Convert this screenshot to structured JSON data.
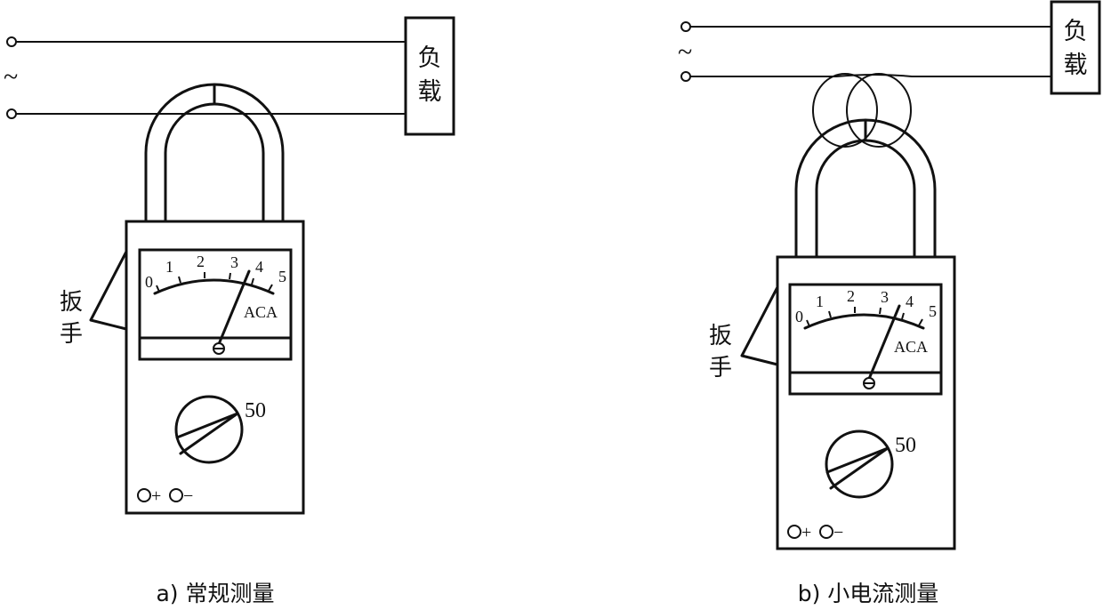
{
  "panels": {
    "a": {
      "caption": "a) 常规测量",
      "load_label_1": "负",
      "load_label_2": "载",
      "ac_symbol": "~",
      "wrench_label_1": "扳",
      "wrench_label_2": "手",
      "dial_ticks": [
        "0",
        "1",
        "2",
        "3",
        "4",
        "5"
      ],
      "unit": "ACA",
      "range": "50",
      "plus": "+",
      "minus": "−"
    },
    "b": {
      "caption": "b) 小电流测量",
      "load_label_1": "负",
      "load_label_2": "载",
      "ac_symbol": "~",
      "wrench_label_1": "扳",
      "wrench_label_2": "手",
      "dial_ticks": [
        "0",
        "1",
        "2",
        "3",
        "4",
        "5"
      ],
      "unit": "ACA",
      "range": "50",
      "plus": "+",
      "minus": "−"
    }
  }
}
